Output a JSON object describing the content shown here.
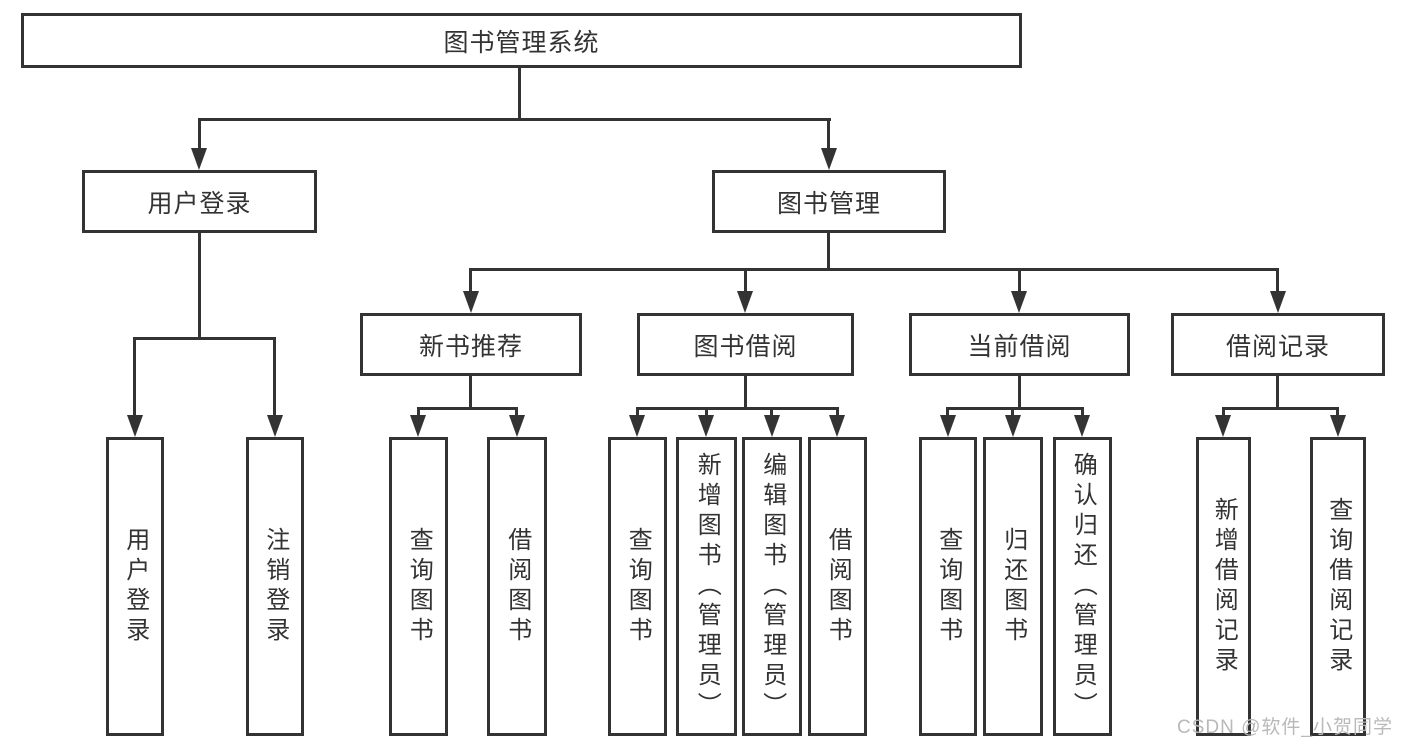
{
  "tree": {
    "root": {
      "label": "图书管理系统"
    },
    "level1": [
      {
        "id": "user-login",
        "label": "用户登录",
        "children": [
          {
            "label": "用户登录"
          },
          {
            "label": "注销登录"
          }
        ]
      },
      {
        "id": "book-management",
        "label": "图书管理",
        "children": [
          {
            "id": "new-book-recommend",
            "label": "新书推荐",
            "children": [
              {
                "label": "查询图书"
              },
              {
                "label": "借阅图书"
              }
            ]
          },
          {
            "id": "book-borrowing",
            "label": "图书借阅",
            "children": [
              {
                "label": "查询图书"
              },
              {
                "label": "新增图书（管理员）"
              },
              {
                "label": "编辑图书（管理员）"
              },
              {
                "label": "借阅图书"
              }
            ]
          },
          {
            "id": "current-borrowing",
            "label": "当前借阅",
            "children": [
              {
                "label": "查询图书"
              },
              {
                "label": "归还图书"
              },
              {
                "label": "确认归还（管理员）"
              }
            ]
          },
          {
            "id": "borrowing-records",
            "label": "借阅记录",
            "children": [
              {
                "label": "新增借阅记录"
              },
              {
                "label": "查询借阅记录"
              }
            ]
          }
        ]
      }
    ]
  },
  "watermark": "CSDN @软件_小贺同学",
  "colors": {
    "line": "#333333",
    "text": "#333333",
    "background": "#ffffff",
    "watermark": "#b9b9b9"
  }
}
